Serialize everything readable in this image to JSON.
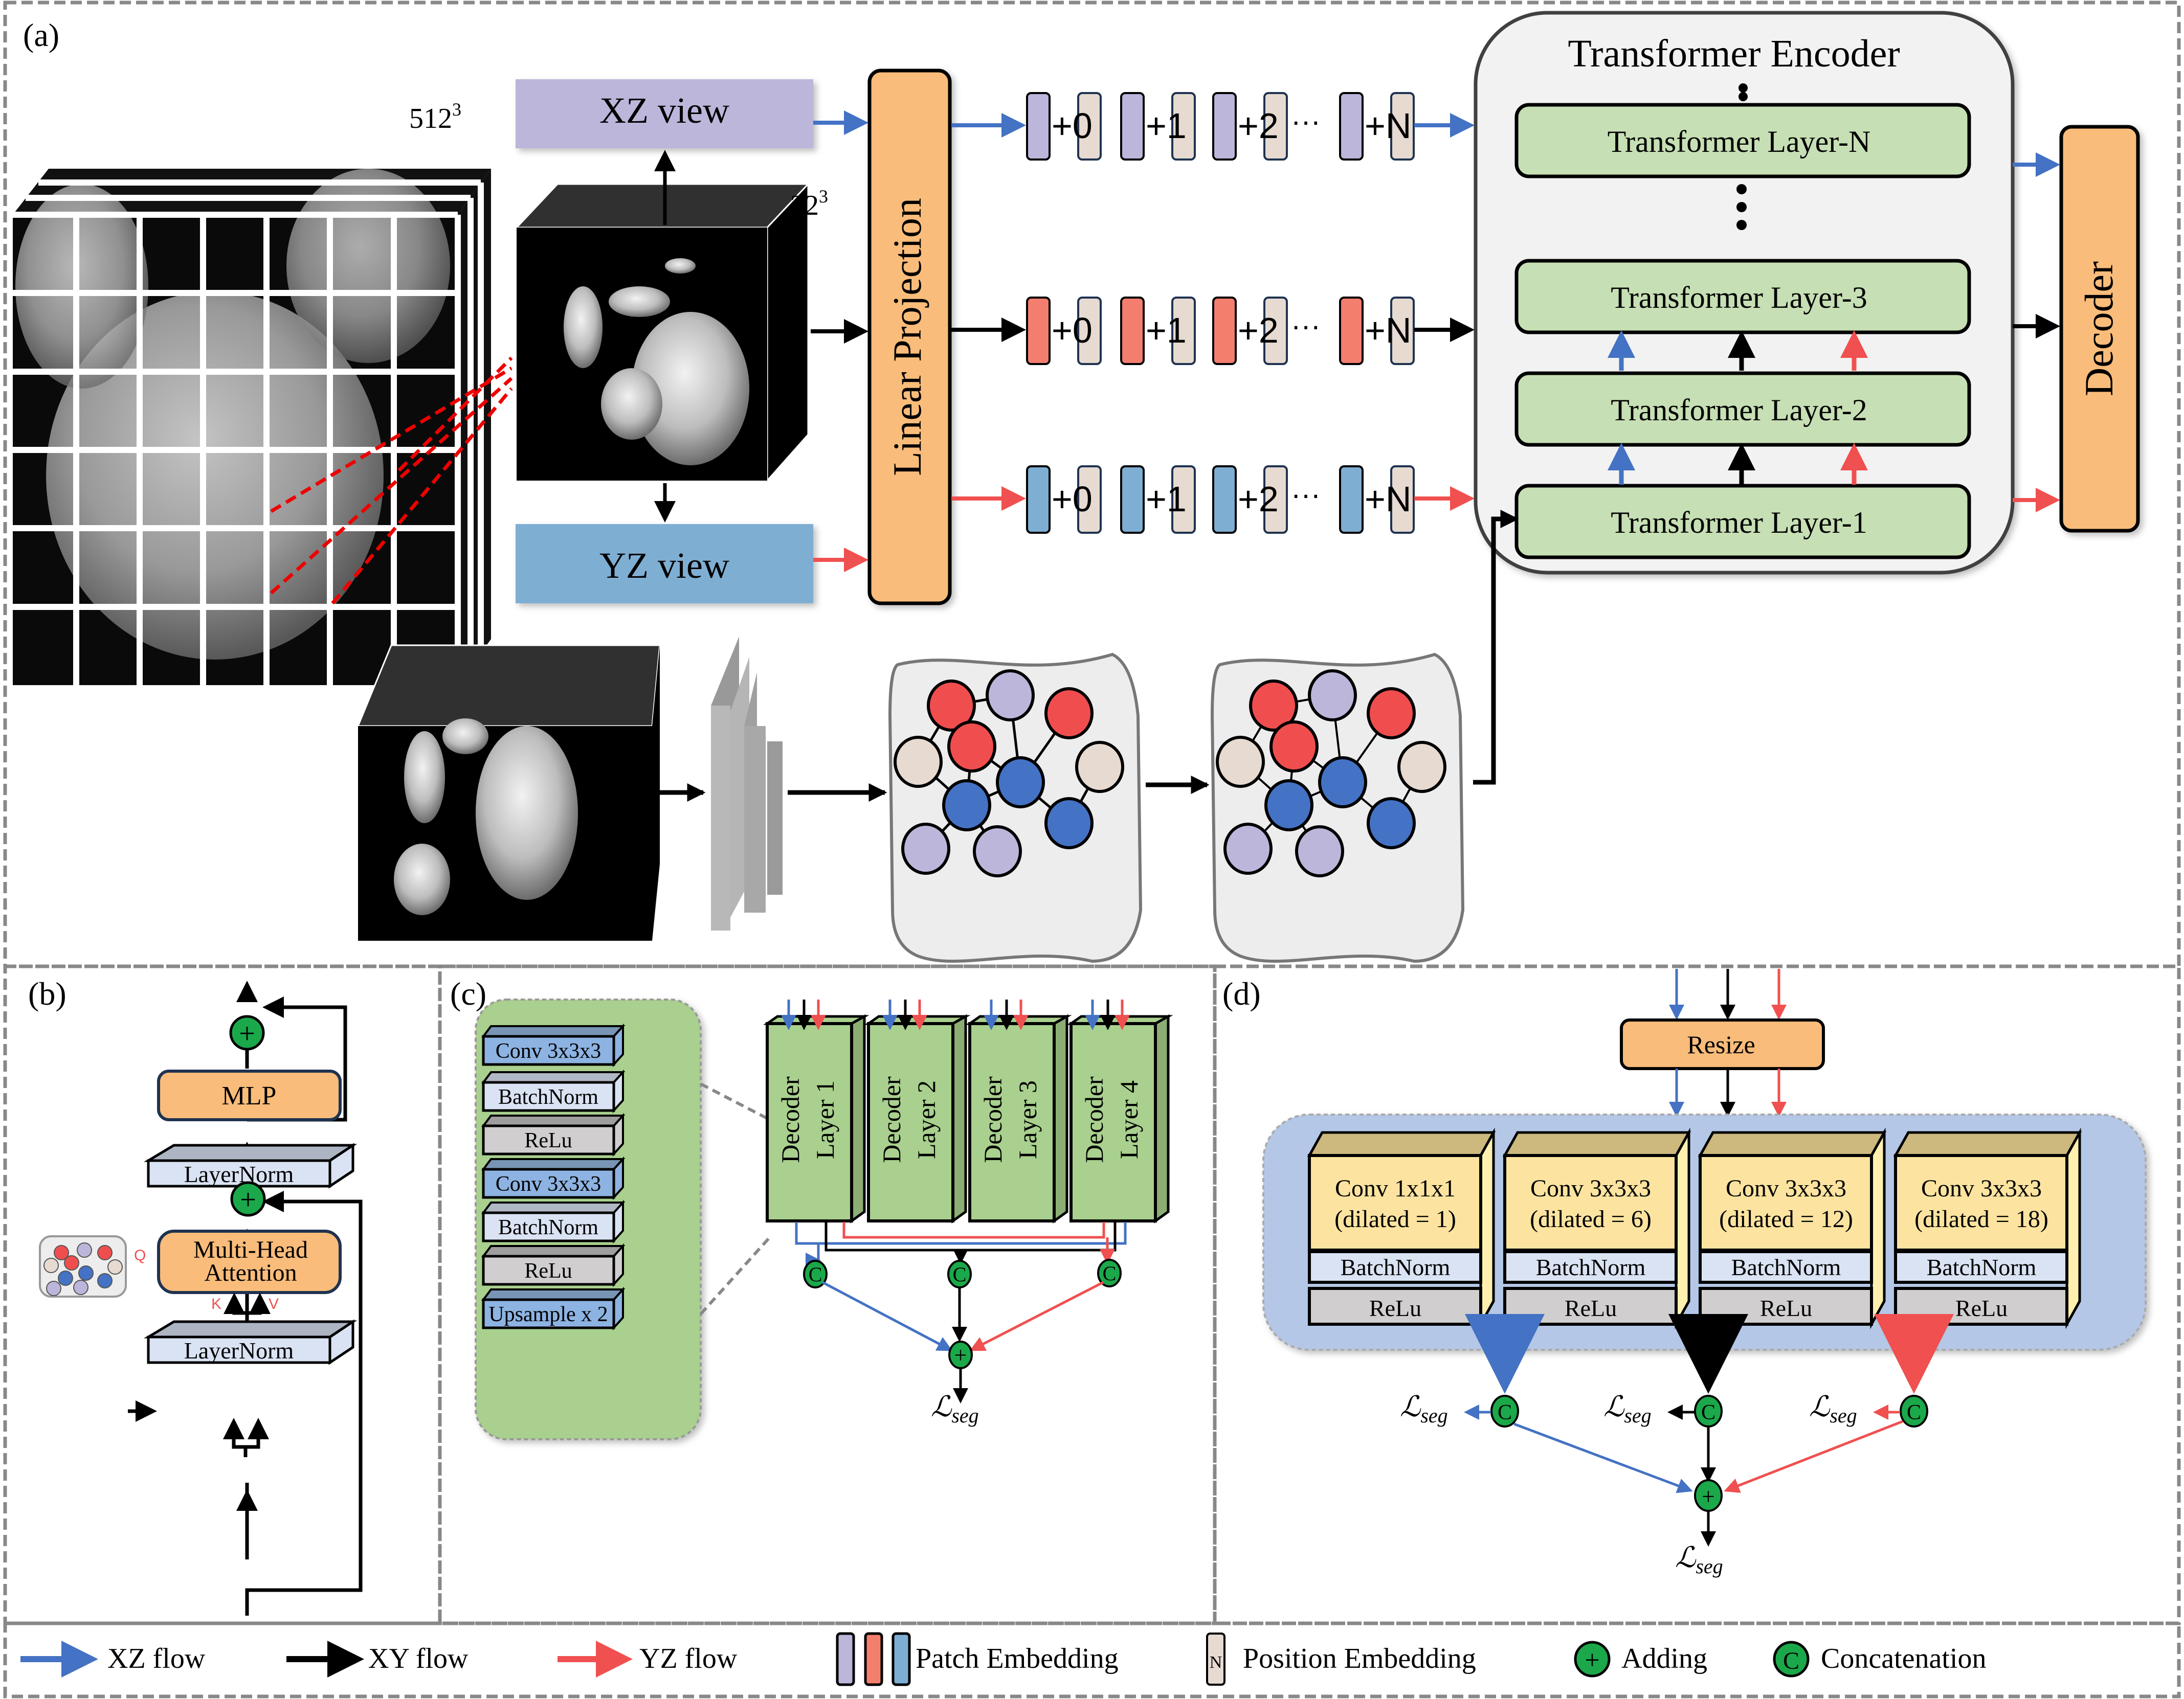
{
  "panels": {
    "a": {
      "label": "(a)",
      "volume_large_label": "512",
      "volume_large_exp": "3",
      "volume_small_label": "32",
      "volume_small_exp": "3",
      "xz_view": "XZ view",
      "yz_view": "YZ view",
      "linear_projection": "Linear Projection",
      "position_labels": [
        "+0",
        "+1",
        "+2",
        "+N"
      ],
      "ellipsis": "···",
      "encoder_title": "Transformer Encoder",
      "layers": [
        "Transformer Layer-N",
        "Transformer Layer-3",
        "Transformer Layer-2",
        "Transformer Layer-1"
      ],
      "decoder": "Decoder"
    },
    "b": {
      "label": "(b)",
      "mlp": "MLP",
      "layernorm_top": "LayerNorm",
      "attention_line1": "Multi-Head",
      "attention_line2": "Attention",
      "layernorm_bottom": "LayerNorm",
      "q": "Q",
      "k": "K",
      "v": "V",
      "add_symbol": "+"
    },
    "c": {
      "label": "(c)",
      "block_stack": [
        "Conv 3x3x3",
        "BatchNorm",
        "ReLu",
        "Conv 3x3x3",
        "BatchNorm",
        "ReLu",
        "Upsample x 2"
      ],
      "decoder_layers": [
        {
          "line1": "Decoder",
          "line2": "Layer 1"
        },
        {
          "line1": "Decoder",
          "line2": "Layer 2"
        },
        {
          "line1": "Decoder",
          "line2": "Layer 3"
        },
        {
          "line1": "Decoder",
          "line2": "Layer 4"
        }
      ],
      "concat_symbol": "C",
      "add_symbol": "+",
      "loss_main": "ℒ",
      "loss_sub": "seg"
    },
    "d": {
      "label": "(d)",
      "resize": "Resize",
      "aspp": [
        {
          "line1": "Conv 1x1x1",
          "line2": "(dilated = 1)",
          "norm": "BatchNorm",
          "act": "ReLu"
        },
        {
          "line1": "Conv 3x3x3",
          "line2": "(dilated = 6)",
          "norm": "BatchNorm",
          "act": "ReLu"
        },
        {
          "line1": "Conv 3x3x3",
          "line2": "(dilated = 12)",
          "norm": "BatchNorm",
          "act": "ReLu"
        },
        {
          "line1": "Conv 3x3x3",
          "line2": "(dilated = 18)",
          "norm": "BatchNorm",
          "act": "ReLu"
        }
      ],
      "concat_symbol": "C",
      "add_symbol": "+",
      "loss_main": "ℒ",
      "loss_sub": "seg"
    }
  },
  "legend": {
    "xz_flow": "XZ flow",
    "xy_flow": "XY flow",
    "yz_flow": "YZ flow",
    "patch_embedding": "Patch Embedding",
    "position_embedding": "Position Embedding",
    "position_symbol": "N",
    "adding": "Adding",
    "adding_symbol": "+",
    "concatenation": "Concatenation",
    "concat_symbol": "C"
  },
  "colors": {
    "xz_flow": "#4472C4",
    "xy_flow": "#000000",
    "yz_flow": "#F05050",
    "patch_xz": "#BBB6DA",
    "patch_xy": "#F47E6E",
    "patch_yz": "#7FAED3",
    "position": "#E6DAD1",
    "orange": "#F9BC7A",
    "green_layer": "#C6DFB4",
    "decoder_green": "#A9D08E",
    "node_green": "#1BA84A",
    "conv_blue": "#8DB3E2",
    "norm_blue": "#DAE3F3",
    "relu_gray": "#D0CECE",
    "conv_yellow": "#FCE4A0",
    "aspp_bg": "#B4C7E7"
  }
}
